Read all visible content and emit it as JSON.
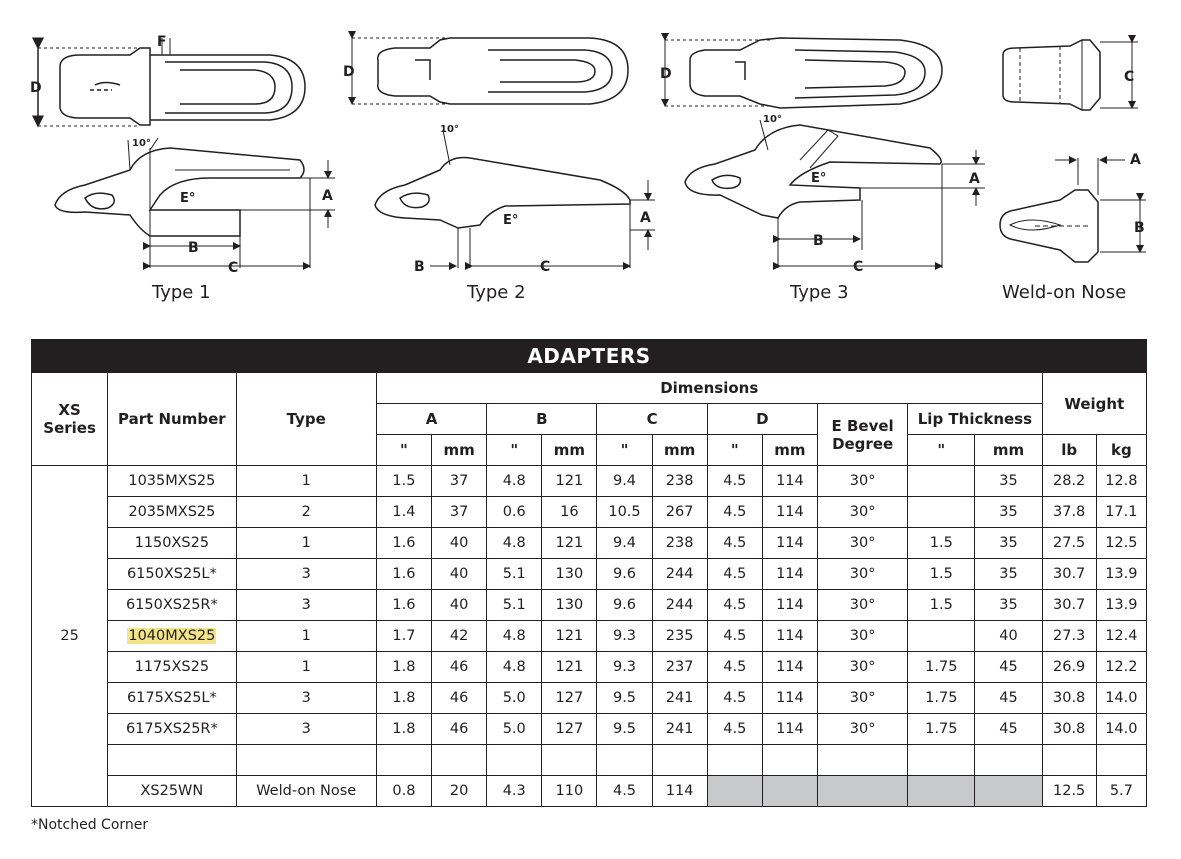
{
  "figures": [
    {
      "caption": "Type 1"
    },
    {
      "caption": "Type 2"
    },
    {
      "caption": "Type 3"
    },
    {
      "caption": "Weld-on Nose"
    }
  ],
  "dimension_labels": {
    "A": "A",
    "B": "B",
    "C": "C",
    "D": "D",
    "E": "E°",
    "F": "F",
    "angle": "10°"
  },
  "table": {
    "title": "ADAPTERS",
    "headers": {
      "series": "XS\nSeries",
      "part_number": "Part Number",
      "type": "Type",
      "dimensions": "Dimensions",
      "A": "A",
      "B": "B",
      "C": "C",
      "D": "D",
      "e_bevel": "E Bevel Degree",
      "lip_thickness": "Lip Thickness",
      "weight": "Weight",
      "inch": "\"",
      "mm": "mm",
      "lb": "lb",
      "kg": "kg"
    },
    "series_value": "25",
    "rows": [
      {
        "part": "1035MXS25",
        "type": "1",
        "a_in": "1.5",
        "a_mm": "37",
        "b_in": "4.8",
        "b_mm": "121",
        "c_in": "9.4",
        "c_mm": "238",
        "d_in": "4.5",
        "d_mm": "114",
        "e": "30°",
        "lip_in": "",
        "lip_mm": "35",
        "lb": "28.2",
        "kg": "12.8"
      },
      {
        "part": "2035MXS25",
        "type": "2",
        "a_in": "1.4",
        "a_mm": "37",
        "b_in": "0.6",
        "b_mm": "16",
        "c_in": "10.5",
        "c_mm": "267",
        "d_in": "4.5",
        "d_mm": "114",
        "e": "30°",
        "lip_in": "",
        "lip_mm": "35",
        "lb": "37.8",
        "kg": "17.1"
      },
      {
        "part": "1150XS25",
        "type": "1",
        "a_in": "1.6",
        "a_mm": "40",
        "b_in": "4.8",
        "b_mm": "121",
        "c_in": "9.4",
        "c_mm": "238",
        "d_in": "4.5",
        "d_mm": "114",
        "e": "30°",
        "lip_in": "1.5",
        "lip_mm": "35",
        "lb": "27.5",
        "kg": "12.5"
      },
      {
        "part": "6150XS25L*",
        "type": "3",
        "a_in": "1.6",
        "a_mm": "40",
        "b_in": "5.1",
        "b_mm": "130",
        "c_in": "9.6",
        "c_mm": "244",
        "d_in": "4.5",
        "d_mm": "114",
        "e": "30°",
        "lip_in": "1.5",
        "lip_mm": "35",
        "lb": "30.7",
        "kg": "13.9"
      },
      {
        "part": "6150XS25R*",
        "type": "3",
        "a_in": "1.6",
        "a_mm": "40",
        "b_in": "5.1",
        "b_mm": "130",
        "c_in": "9.6",
        "c_mm": "244",
        "d_in": "4.5",
        "d_mm": "114",
        "e": "30°",
        "lip_in": "1.5",
        "lip_mm": "35",
        "lb": "30.7",
        "kg": "13.9"
      },
      {
        "part": "1040MXS25",
        "type": "1",
        "a_in": "1.7",
        "a_mm": "42",
        "b_in": "4.8",
        "b_mm": "121",
        "c_in": "9.3",
        "c_mm": "235",
        "d_in": "4.5",
        "d_mm": "114",
        "e": "30°",
        "lip_in": "",
        "lip_mm": "40",
        "lb": "27.3",
        "kg": "12.4",
        "highlight": true
      },
      {
        "part": "1175XS25",
        "type": "1",
        "a_in": "1.8",
        "a_mm": "46",
        "b_in": "4.8",
        "b_mm": "121",
        "c_in": "9.3",
        "c_mm": "237",
        "d_in": "4.5",
        "d_mm": "114",
        "e": "30°",
        "lip_in": "1.75",
        "lip_mm": "45",
        "lb": "26.9",
        "kg": "12.2"
      },
      {
        "part": "6175XS25L*",
        "type": "3",
        "a_in": "1.8",
        "a_mm": "46",
        "b_in": "5.0",
        "b_mm": "127",
        "c_in": "9.5",
        "c_mm": "241",
        "d_in": "4.5",
        "d_mm": "114",
        "e": "30°",
        "lip_in": "1.75",
        "lip_mm": "45",
        "lb": "30.8",
        "kg": "14.0"
      },
      {
        "part": "6175XS25R*",
        "type": "3",
        "a_in": "1.8",
        "a_mm": "46",
        "b_in": "5.0",
        "b_mm": "127",
        "c_in": "9.5",
        "c_mm": "241",
        "d_in": "4.5",
        "d_mm": "114",
        "e": "30°",
        "lip_in": "1.75",
        "lip_mm": "45",
        "lb": "30.8",
        "kg": "14.0"
      }
    ],
    "weld_row": {
      "part": "XS25WN",
      "type": "Weld-on Nose",
      "a_in": "0.8",
      "a_mm": "20",
      "b_in": "4.3",
      "b_mm": "110",
      "c_in": "4.5",
      "c_mm": "114",
      "lb": "12.5",
      "kg": "5.7"
    }
  },
  "footnote": "*Notched Corner",
  "colors": {
    "header_bg": "#231f20",
    "highlight": "#f3e489",
    "gray_cell": "#c8c9cb"
  }
}
